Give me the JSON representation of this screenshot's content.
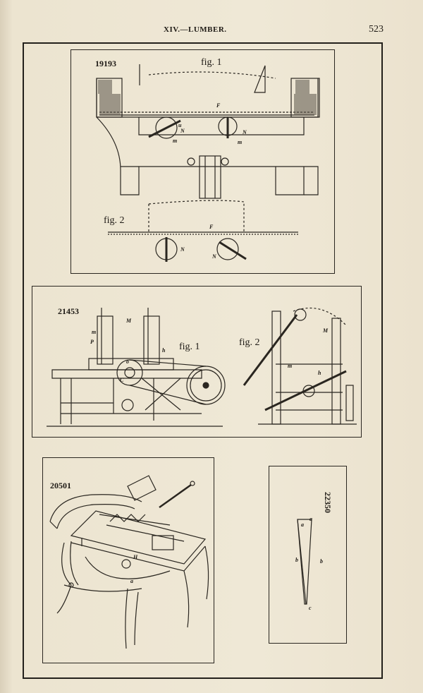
{
  "header": {
    "section_title": "XIV.—LUMBER.",
    "page_number": "523"
  },
  "plates": {
    "p19193": {
      "number": "19193",
      "fig1_label": "fig. 1",
      "fig2_label": "fig. 2",
      "letters": [
        "F",
        "u",
        "N",
        "m",
        "N",
        "m",
        "F",
        "N",
        "N"
      ]
    },
    "p21453": {
      "number": "21453",
      "fig1_label": "fig. 1",
      "fig2_label": "fig. 2",
      "letters": [
        "M",
        "m",
        "P",
        "h",
        "o",
        "C",
        "M",
        "m",
        "h"
      ]
    },
    "p20501": {
      "number": "20501",
      "letters": [
        "H",
        "a"
      ]
    },
    "p22350": {
      "number": "22350",
      "letters": [
        "a",
        "a",
        "b",
        "b",
        "c"
      ]
    }
  }
}
